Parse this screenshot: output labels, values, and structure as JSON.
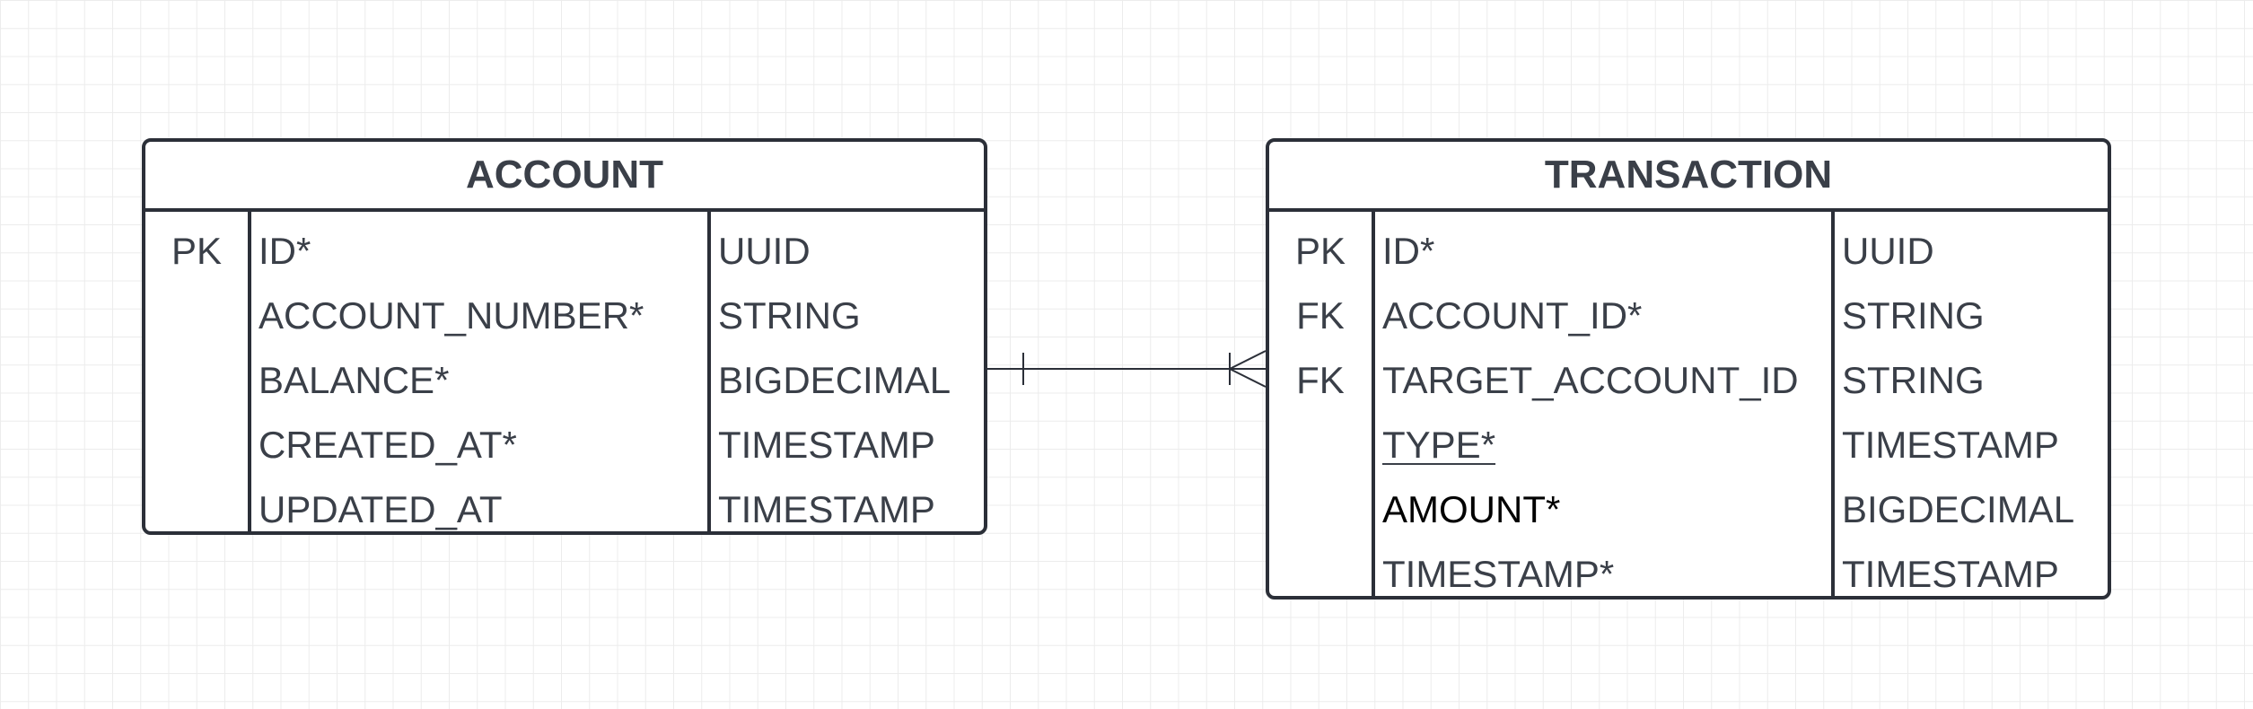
{
  "entities": [
    {
      "title": "ACCOUNT",
      "rows": [
        {
          "key": "PK",
          "name": "ID*",
          "type": "UUID"
        },
        {
          "key": "",
          "name": "ACCOUNT_NUMBER*",
          "type": "STRING"
        },
        {
          "key": "",
          "name": "BALANCE*",
          "type": "BIGDECIMAL"
        },
        {
          "key": "",
          "name": "CREATED_AT*",
          "type": "TIMESTAMP"
        },
        {
          "key": "",
          "name": "UPDATED_AT",
          "type": "TIMESTAMP"
        }
      ]
    },
    {
      "title": "TRANSACTION",
      "rows": [
        {
          "key": "PK",
          "name": "ID*",
          "type": "UUID"
        },
        {
          "key": "FK",
          "name": "ACCOUNT_ID*",
          "type": "STRING"
        },
        {
          "key": "FK",
          "name": "TARGET_ACCOUNT_ID",
          "type": "STRING"
        },
        {
          "key": "",
          "name": "TYPE*",
          "type": "TIMESTAMP"
        },
        {
          "key": "",
          "name": "AMOUNT*",
          "type": "BIGDECIMAL"
        },
        {
          "key": "",
          "name": "TIMESTAMP*",
          "type": "TIMESTAMP"
        }
      ]
    }
  ],
  "relationship": {
    "from": "ACCOUNT",
    "to": "TRANSACTION",
    "from_end": "one",
    "to_end": "one-or-many"
  },
  "colors": {
    "border": "#2b2f38",
    "text": "#3a3f48",
    "grid": "#ececec",
    "background": "#ffffff"
  }
}
